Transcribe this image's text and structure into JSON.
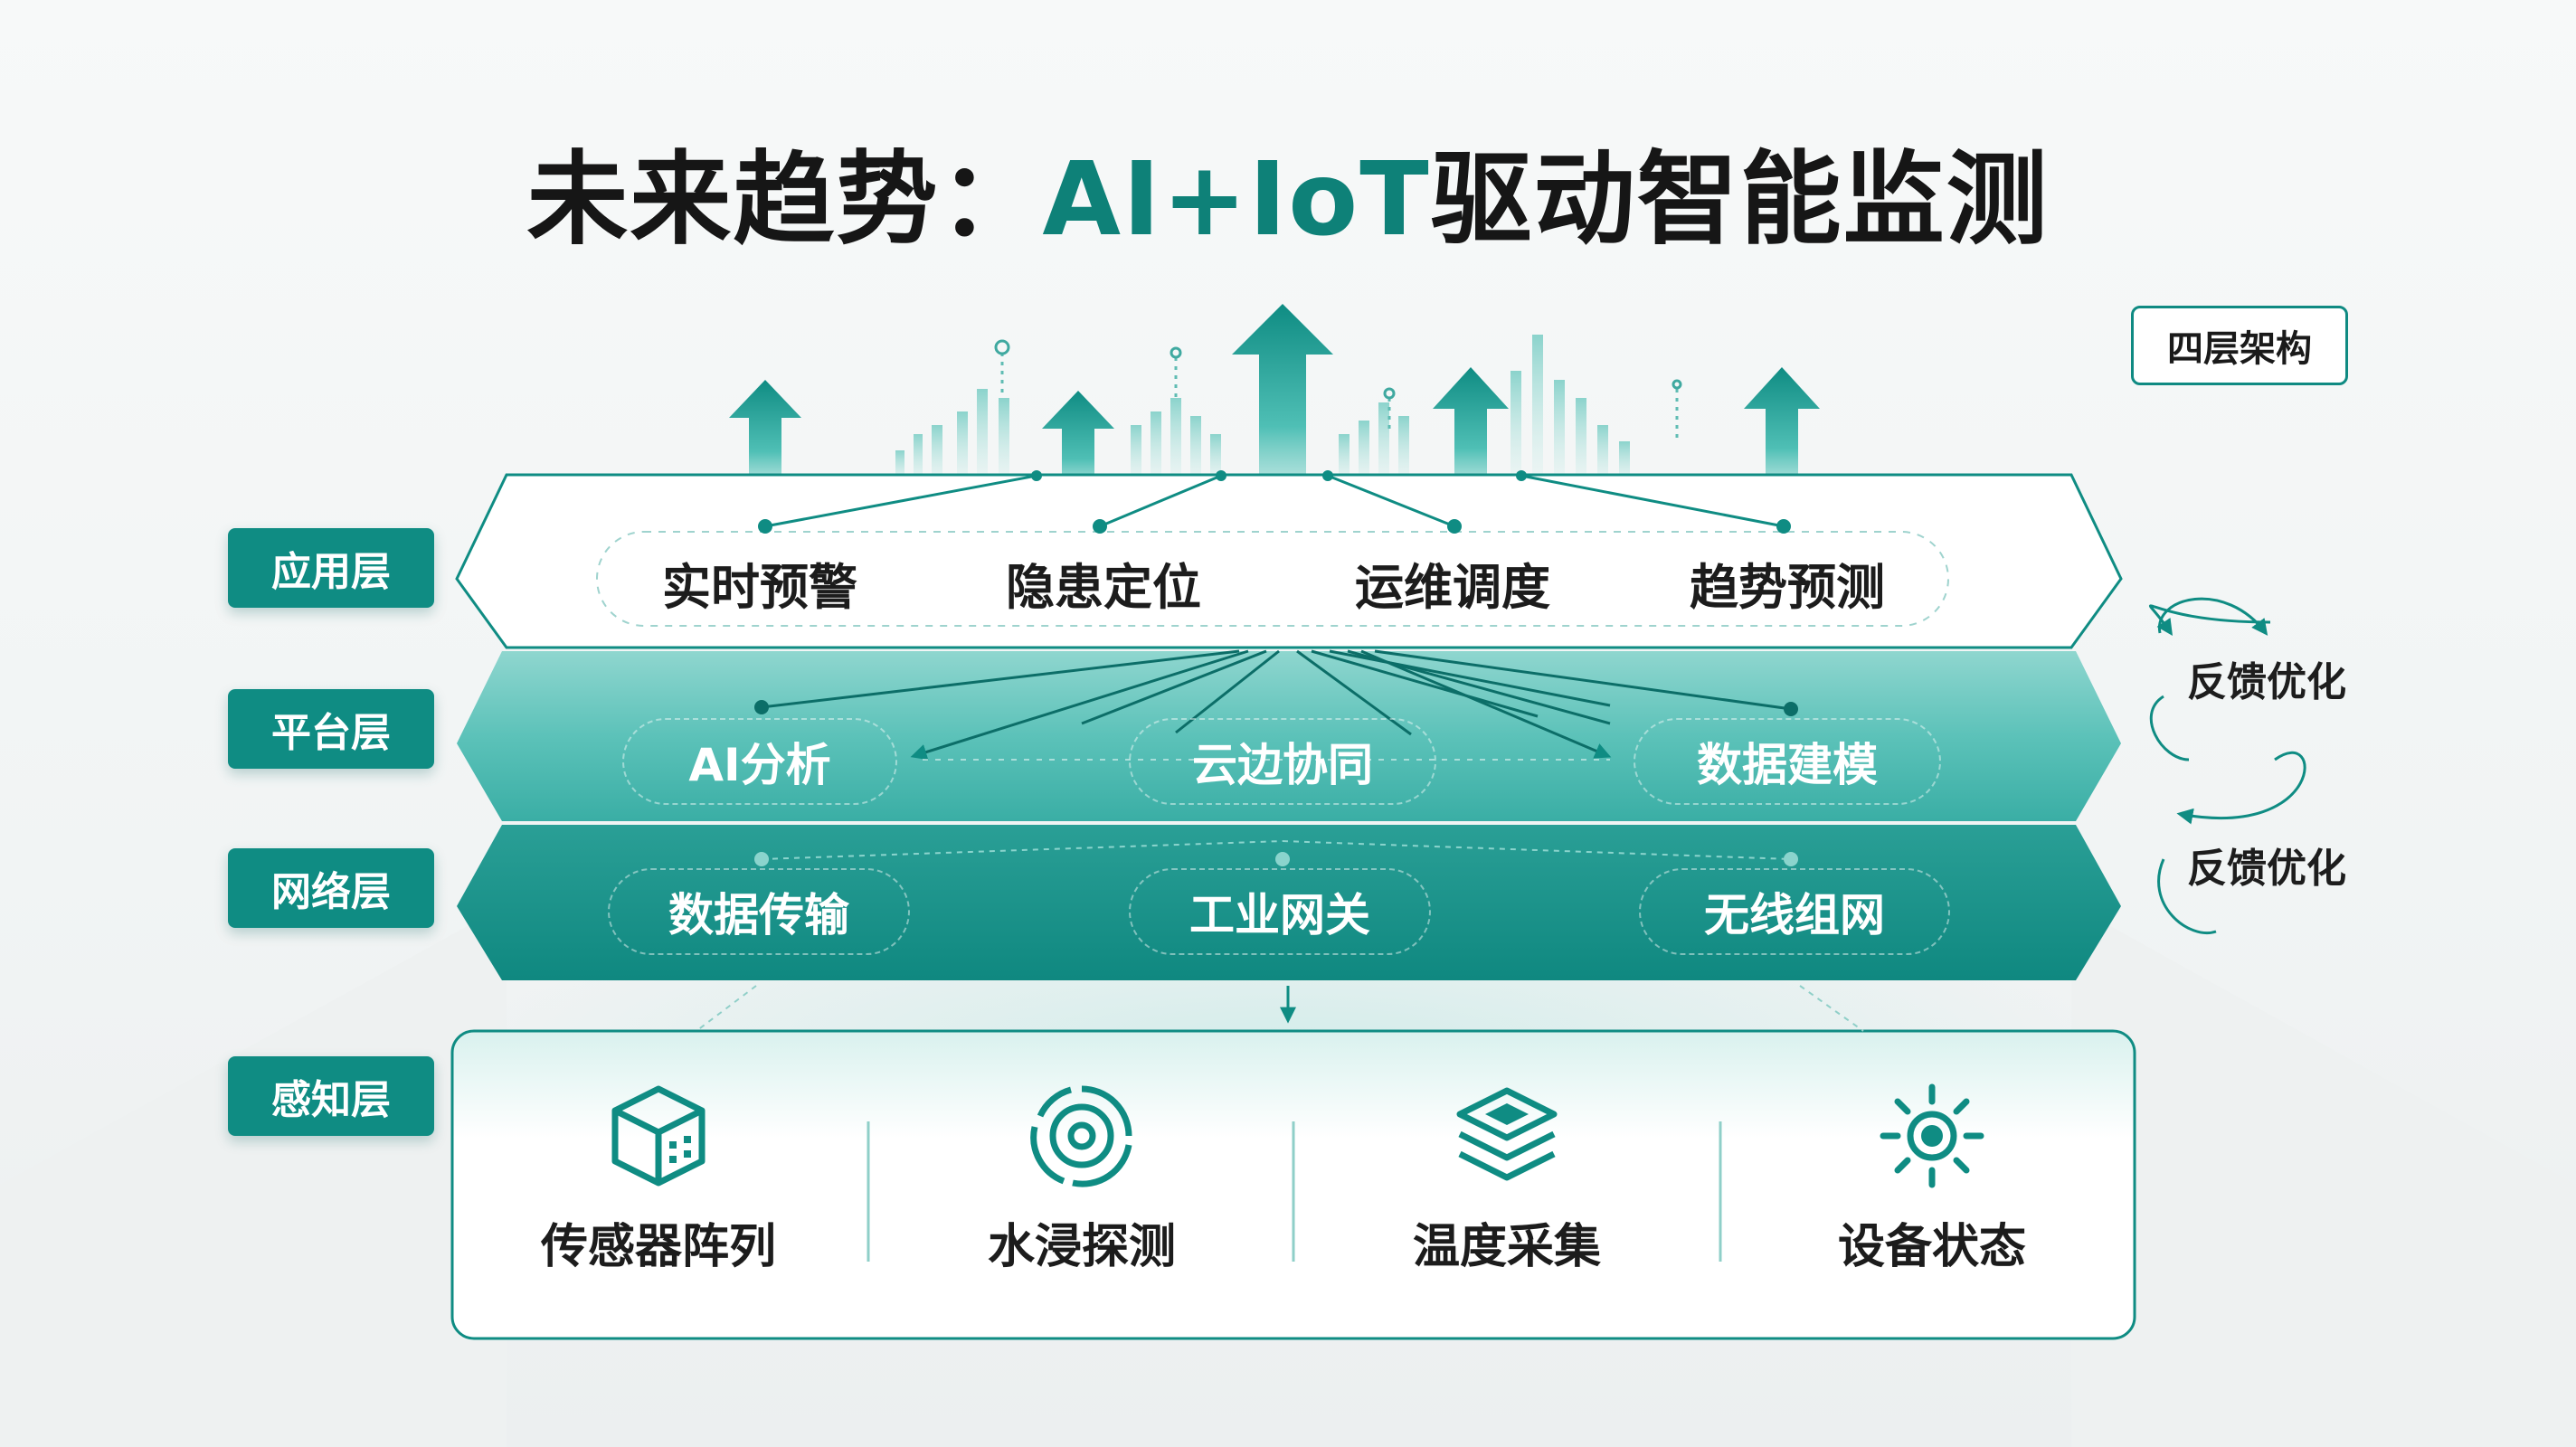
{
  "title": {
    "prefix": "未来趋势：",
    "accent": "AI+IoT",
    "suffix": "驱动智能监测"
  },
  "badge": "四层架构",
  "layer_tags": {
    "application": "应用层",
    "platform": "平台层",
    "network": "网络层",
    "perception": "感知层"
  },
  "application": {
    "items": [
      "实时预警",
      "隐患定位",
      "运维调度",
      "趋势预测"
    ]
  },
  "platform": {
    "items": [
      "AI分析",
      "云边协同",
      "数据建模"
    ]
  },
  "network": {
    "items": [
      "数据传输",
      "工业网关",
      "无线组网"
    ]
  },
  "perception": {
    "items": [
      {
        "label": "传感器阵列",
        "icon": "cube-sensor-icon"
      },
      {
        "label": "水浸探测",
        "icon": "water-probe-icon"
      },
      {
        "label": "温度采集",
        "icon": "layers-icon"
      },
      {
        "label": "设备状态",
        "icon": "sun-status-icon"
      }
    ]
  },
  "feedback": [
    "反馈优化",
    "反馈优化"
  ],
  "colors": {
    "teal_dark": "#0f8c83",
    "teal_mid": "#3fb7ae",
    "teal_light": "#9ddcd6",
    "title_accent": "#0e8178"
  }
}
